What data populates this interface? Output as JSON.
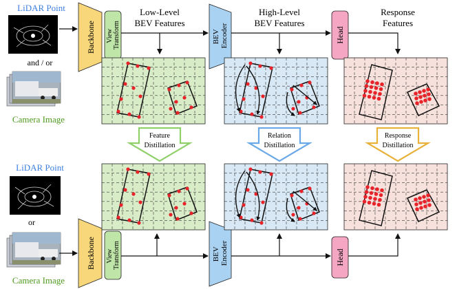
{
  "inputs": {
    "top": {
      "lidar_label": "LiDAR Point",
      "connector": "and / or",
      "camera_label": "Camera Image"
    },
    "bottom": {
      "lidar_label": "LiDAR Point",
      "connector": "or",
      "camera_label": "Camera Image"
    }
  },
  "modules": {
    "backbone": "Backbone",
    "view_transform": [
      "View",
      "Transform"
    ],
    "bev_encoder": [
      "BEV",
      "Encoder"
    ],
    "head": "Head"
  },
  "stages": {
    "low_level": [
      "Low-Level",
      "BEV Features"
    ],
    "high_level": [
      "High-Level",
      "BEV Features"
    ],
    "response": [
      "Response",
      "Features"
    ]
  },
  "distillation": {
    "feature": [
      "Feature",
      "Distillation"
    ],
    "relation": [
      "Relation",
      "Distillation"
    ],
    "response": [
      "Response",
      "Distillation"
    ]
  },
  "colors": {
    "lidar_text": "#3d7fe0",
    "camera_text": "#4e9a1e",
    "backbone_fill": "#f7d77a",
    "view_transform_fill": "#bfe6a8",
    "bev_encoder_fill": "#a9d1f2",
    "head_fill": "#f4a6c2",
    "low_level_map": "#d9ecc8",
    "high_level_map": "#d8e8f4",
    "response_map": "#f7e1dc",
    "feature_arrow": "#8fd06a",
    "relation_arrow": "#6aa8e8",
    "response_arrow": "#e8b23a",
    "points": "#e8232a"
  }
}
